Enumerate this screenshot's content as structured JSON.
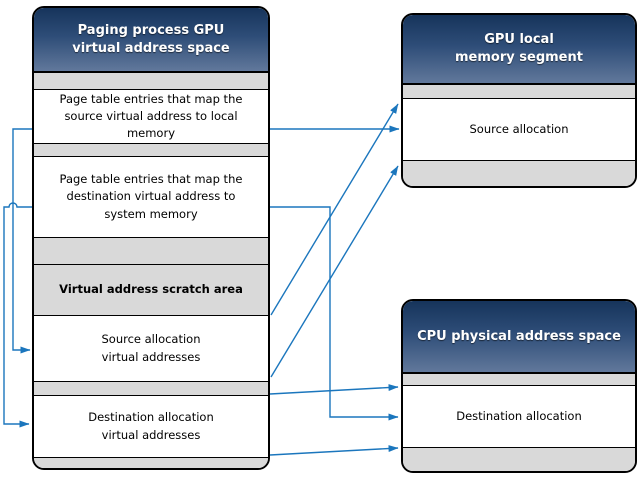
{
  "colors": {
    "accent": "#1b76bd",
    "header_top": "#16345b",
    "header_mid": "#2e4d78",
    "header_bottom": "#61789b",
    "strip": "#d9d9d9",
    "border": "#000000",
    "background": "#ffffff"
  },
  "left_box": {
    "title": "Paging process GPU\nvirtual address space",
    "pte_source": "Page table entries that map the\nsource virtual address to local\nmemory",
    "pte_dest": "Page table entries that map the\ndestination virtual address to\nsystem memory",
    "scratch": "Virtual address scratch area",
    "source_va": "Source allocation\nvirtual addresses",
    "dest_va": "Destination allocation\nvirtual addresses"
  },
  "gpu_box": {
    "title": "GPU local\nmemory segment",
    "source_alloc": "Source allocation"
  },
  "cpu_box": {
    "title": "CPU physical address space",
    "dest_alloc": "Destination allocation"
  },
  "connections": [
    {
      "from": "pte-source-entries",
      "to": "gpu-source-allocation",
      "shape": "horizontal-arrow"
    },
    {
      "from": "source-va-top-boundary",
      "to": "gpu-source-allocation-top",
      "shape": "diagonal-arrow"
    },
    {
      "from": "source-va-bottom-boundary",
      "to": "gpu-source-allocation-bottom",
      "shape": "diagonal-arrow"
    },
    {
      "from": "pte-destination-entries",
      "to": "cpu-destination-allocation",
      "shape": "elbow-arrow"
    },
    {
      "from": "dest-va-top-boundary",
      "to": "cpu-destination-allocation-top",
      "shape": "near-horizontal-arrow"
    },
    {
      "from": "dest-va-bottom-boundary",
      "to": "cpu-destination-allocation-bottom",
      "shape": "near-horizontal-arrow"
    },
    {
      "from": "pte-source-entries",
      "to": "source-va-section",
      "shape": "left-elbow-arrow"
    },
    {
      "from": "pte-destination-entries",
      "to": "dest-va-section",
      "shape": "left-elbow-arrow-with-hop"
    }
  ]
}
